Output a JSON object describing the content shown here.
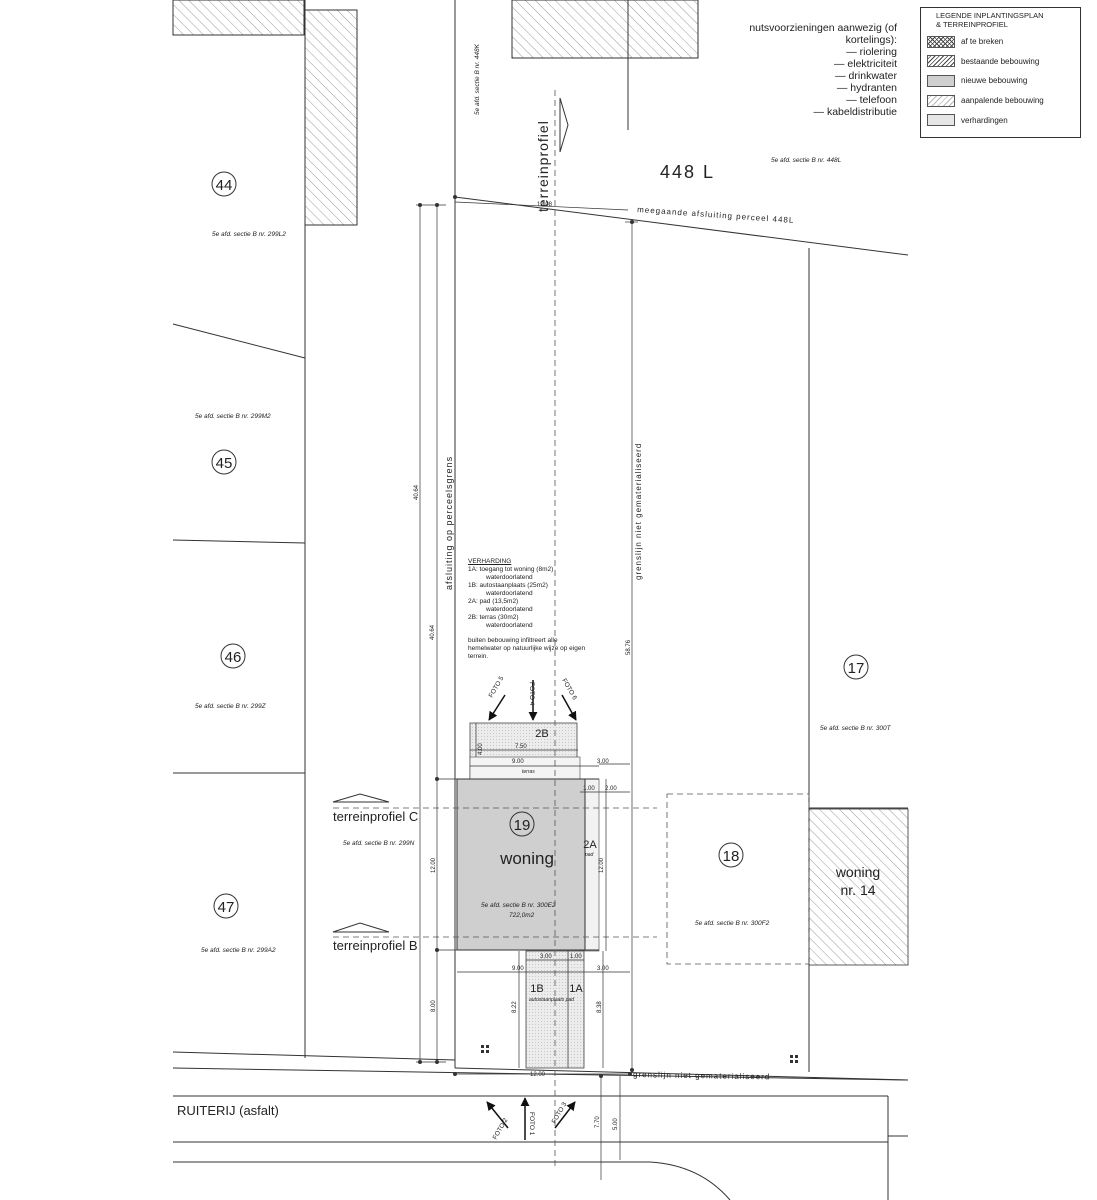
{
  "legend": {
    "title_line1": "LEGENDE INPLANTINGSPLAN",
    "title_line2": "& TERREINPROFIEL",
    "items": [
      {
        "label": "af te breken",
        "icon": "crosshatch-swatch"
      },
      {
        "label": "bestaande bebouwing",
        "icon": "hatch-swatch"
      },
      {
        "label": "nieuwe bebouwing",
        "icon": "grey-fill-swatch"
      },
      {
        "label": "aanpalende bebouwing",
        "icon": "light-hatch-swatch"
      },
      {
        "label": "verhardingen",
        "icon": "light-fill-swatch"
      }
    ]
  },
  "utilities": {
    "title_line1": "nutsvoorzieningen aanwezig (of",
    "title_line2": "kortelings):",
    "items": [
      "— riolering",
      "— elektriciteit",
      "— drinkwater",
      "— hydranten",
      "— telefoon",
      "— kabeldistributie"
    ]
  },
  "parcels": {
    "n44": "44",
    "n45": "45",
    "n46": "46",
    "n47": "47",
    "n17": "17",
    "n18": "18",
    "n19": "19",
    "label_448L_big": "448 L",
    "sectie_448K": "5e afd. sectie B nr. 448K",
    "sectie_448L": "5e afd. sectie B nr. 448L",
    "sectie_299L2": "5e afd. sectie B nr. 299L2",
    "sectie_299M2": "5e afd. sectie B nr. 299M2",
    "sectie_299Z": "5e afd. sectie B nr. 299Z",
    "sectie_299N": "5e afd. sectie B nr. 299N",
    "sectie_299A2": "5e afd. sectie B nr. 299A2",
    "sectie_300T": "5e afd. sectie B nr. 300T",
    "sectie_300F2": "5e afd. sectie B nr. 300F2",
    "sectie_300E2": "5e afd. sectie B nr. 300E2",
    "area": "722,0m2"
  },
  "labels": {
    "terreinprofiel_a": "terreinprofiel",
    "terreinprofiel_c": "terreinprofiel C",
    "terreinprofiel_b": "terreinprofiel B",
    "afsluiting_perceelsgrens": "afsluiting op perceelsgrens",
    "grenslijn_vertical": "grenslijn niet gematerialiseerd",
    "grenslijn_bottom": "grenslijn niet gematerialiseerd",
    "meegaande": "meegaande afsluiting perceel 448L",
    "woning": "woning",
    "woning_nr14_line1": "woning",
    "woning_nr14_line2": "nr. 14",
    "street": "RUITERIJ (asfalt)",
    "terras": "terras",
    "pad": "pad",
    "autostaanplaats": "autostaanplaats pad",
    "zone_2B": "2B",
    "zone_2A": "2A",
    "zone_1B": "1B",
    "zone_1A": "1A"
  },
  "photos": {
    "foto1": "FOTO 1",
    "foto2": "FOTO 2",
    "foto3": "FOTO 3",
    "foto4": "FOTO 4",
    "foto5": "FOTO 5",
    "foto6": "FOTO 6"
  },
  "dimensions": {
    "d_1208": "12.08",
    "d_4064a": "40.64",
    "d_4064b": "40.64",
    "d_5876": "58.76",
    "d_750": "7.50",
    "d_900a": "9.00",
    "d_900b": "9.00",
    "d_400": "4.00",
    "d_300a": "3.00",
    "d_100a": "1.00",
    "d_200": "2.00",
    "d_1200a": "12.00",
    "d_1200b": "12.00",
    "d_300b": "3.00",
    "d_100b": "1.00",
    "d_300c": "3.00",
    "d_800": "8.00",
    "d_822": "8.22",
    "d_838": "8.38",
    "d_1200c": "12.00",
    "d_770": "7.70",
    "d_500": "5.00"
  },
  "verharding": {
    "title": "VERHARDING",
    "l1": "1A:  toegang tot woning (8m2)",
    "l1b": "waterdoorlatend",
    "l2": "1B:  autostaanplaats (25m2)",
    "l2b": "waterdoorlatend",
    "l3": "2A:  pad (13,5m2)",
    "l3b": "waterdoorlatend",
    "l4": "2B:  terras (30m2)",
    "l4b": "waterdoorlatend",
    "n1": "buiten bebouwing infiltreert alle",
    "n2": "hemelwater op natuurlijke wijze op eigen",
    "n3": "terrein."
  }
}
